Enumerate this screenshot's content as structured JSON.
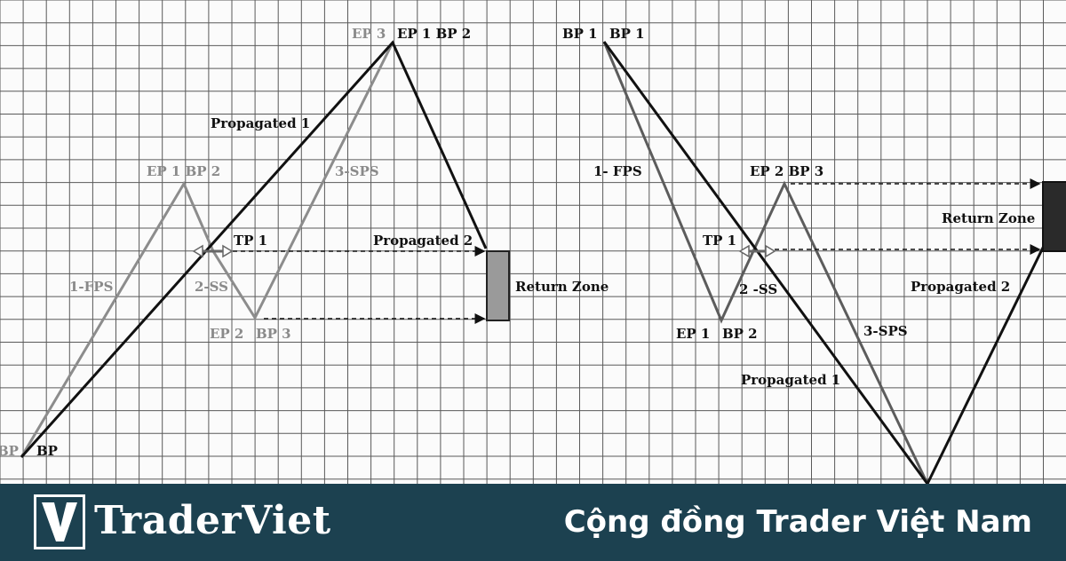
{
  "diagram": {
    "left": {
      "labels": {
        "bp_left": "BP",
        "bp": "BP",
        "ep3": "EP 3",
        "ep1_bp2_top": "EP 1 BP 2",
        "propagated1": "Propagated 1",
        "ep1_bp2_mid": "EP 1 BP 2",
        "sps3": "3-SPS",
        "tp1": "TP 1",
        "propagated2": "Propagated 2",
        "fps1": "1-FPS",
        "ss2": "2-SS",
        "return_zone": "Return Zone",
        "ep2": "EP 2",
        "bp3": "BP 3"
      }
    },
    "right": {
      "labels": {
        "bp1_a": "BP 1",
        "bp1_b": "BP 1",
        "fps1": "1- FPS",
        "ep2_bp3": "EP 2 BP 3",
        "return_zone": "Return Zone",
        "tp1": "TP 1",
        "ss2": "2 -SS",
        "propagated2": "Propagated 2",
        "ep1": "EP 1",
        "bp2": "BP 2",
        "sps3": "3-SPS",
        "propagated1": "Propagated 1"
      }
    },
    "colors": {
      "grid": "#5a5a5a",
      "propagated_line": "#111111",
      "structure_line_left": "#8c8c8c",
      "structure_line_right": "#5c5c5c",
      "return_zone_left": "#9a9a9a",
      "return_zone_right": "#2a2a2a"
    }
  },
  "banner": {
    "logo_text": "TraderViet",
    "tagline": "Cộng đồng Trader Việt Nam",
    "background": "#1c4150"
  }
}
